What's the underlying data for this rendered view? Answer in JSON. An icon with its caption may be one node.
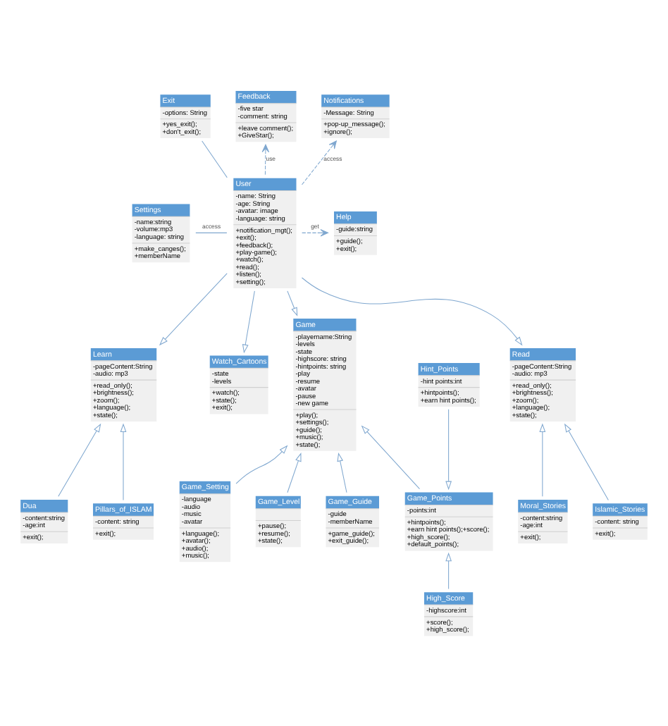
{
  "diagram": {
    "nodes": [
      {
        "text": [
          "Feedback",
          "-five star",
          "-comment: string",
          "+leave comment();",
          "+GiveStar();"
        ]
      },
      {
        "text": [
          "Exit",
          "-options: String",
          "+yes_exit();",
          "+don't_exit();"
        ]
      },
      {
        "text": [
          "Notifications",
          "-Message: String",
          "+pop-up_message();",
          "+ignore();"
        ]
      },
      {
        "text": [
          "User",
          "-name: String",
          "-age: String",
          "-avatar: image",
          "-language: string",
          "+notification_mgt();",
          "+exit();",
          "+feedback();",
          "+play-game();",
          "+watch();",
          "+read();",
          "+listen();",
          "+setting();"
        ]
      },
      {
        "text": [
          "Settings",
          "-name:string",
          "-volume:mp3",
          "-language: string",
          "+make_canges();",
          "+memberName"
        ]
      },
      {
        "text": [
          "Help",
          "-guide:string",
          "+guide();",
          "+exit();"
        ]
      },
      {
        "text": [
          "Learn",
          "-pageContent:String",
          "-audio: mp3",
          "+read_only();",
          "+brightness();",
          "+zoom();",
          "+language();",
          "+state();"
        ]
      },
      {
        "text": [
          "Watch_Cartoons",
          "-state",
          "-levels",
          "+watch();",
          "+state();",
          "+exit();"
        ]
      },
      {
        "text": [
          "Game",
          "-playername:String",
          "-levels",
          "-state",
          "-highscore: string",
          "-hintpoints: string",
          "-play",
          "-resume",
          "-avatar",
          "-pause",
          "-new game",
          "+play();",
          "+settings();",
          "+guide();",
          "+music();",
          "+state();"
        ]
      },
      {
        "text": [
          "Read",
          "-pageContent:String",
          "-audio: mp3",
          "+read_only();",
          "+brightness();",
          "+zoom();",
          "+language();",
          "+state();"
        ]
      },
      {
        "text": [
          "Pillars_of_ISLAM",
          "-content: string",
          "+exit();"
        ]
      },
      {
        "text": [
          "Dua",
          "-content:string",
          "-age:int",
          "+exit();"
        ]
      },
      {
        "text": [
          "Islamic_Stories",
          "-content: string",
          "+exit();"
        ]
      },
      {
        "text": [
          "Moral_Stories",
          "-content:string",
          "-age:int",
          "+exit();"
        ]
      },
      {
        "text": [
          "Game_Points",
          "-points:int",
          "+hintpoints();",
          "+earn hint points();+score();",
          "+high_score();",
          "+default_points();"
        ]
      },
      {
        "text": [
          "Game_Setting",
          "-language",
          "-audio",
          "-music",
          "-avatar",
          "+language();",
          "+avatar();",
          "+audio();",
          "+music();"
        ]
      },
      {
        "text": [
          "Game_Level",
          "+pause();",
          "+resume();",
          "+state();"
        ]
      },
      {
        "text": [
          "Game_Guide",
          "-guide",
          "-memberName",
          "+game_guide();",
          "+exit_guide();"
        ]
      },
      {
        "text": [
          "High_Score",
          "-highscore:int",
          "+score();",
          "+high_score();"
        ]
      },
      {
        "text": [
          "Hint_Points",
          "-hint points:int",
          "+hintpoints();",
          "+earn hint points();"
        ]
      }
    ],
    "edges": [
      {
        "from": 3,
        "to": 0,
        "arrow": "to",
        "style": "dashed",
        "label": "use"
      },
      {
        "from": 1,
        "to": 3,
        "arrow": "none"
      },
      {
        "from": 3,
        "to": 2,
        "arrow": "to",
        "style": "dashed",
        "label": "access"
      },
      {
        "from": 4,
        "to": 3,
        "arrow": "none",
        "label": "access"
      },
      {
        "from": 3,
        "to": 5,
        "arrow": "to",
        "style": "dashed",
        "label": "get"
      },
      {
        "from": 3,
        "to": 6,
        "arrow": "to"
      },
      {
        "from": 3,
        "to": 7,
        "arrow": "to"
      },
      {
        "from": 3,
        "to": 8,
        "arrow": "to"
      },
      {
        "from": 3,
        "to": 9,
        "arrow": "to"
      },
      {
        "from": 10,
        "to": 6,
        "arrow": "to"
      },
      {
        "from": 11,
        "to": 6,
        "arrow": "to"
      },
      {
        "from": 12,
        "to": 9,
        "arrow": "to"
      },
      {
        "from": 13,
        "to": 9,
        "arrow": "to"
      },
      {
        "from": 14,
        "to": 8,
        "arrow": "to"
      },
      {
        "from": 15,
        "to": 8,
        "arrow": "to"
      },
      {
        "from": 16,
        "to": 8,
        "arrow": "to"
      },
      {
        "from": 17,
        "to": 8,
        "arrow": "to"
      },
      {
        "from": 18,
        "to": 14,
        "arrow": "to"
      },
      {
        "from": 19,
        "to": 14,
        "arrow": "to"
      }
    ]
  }
}
